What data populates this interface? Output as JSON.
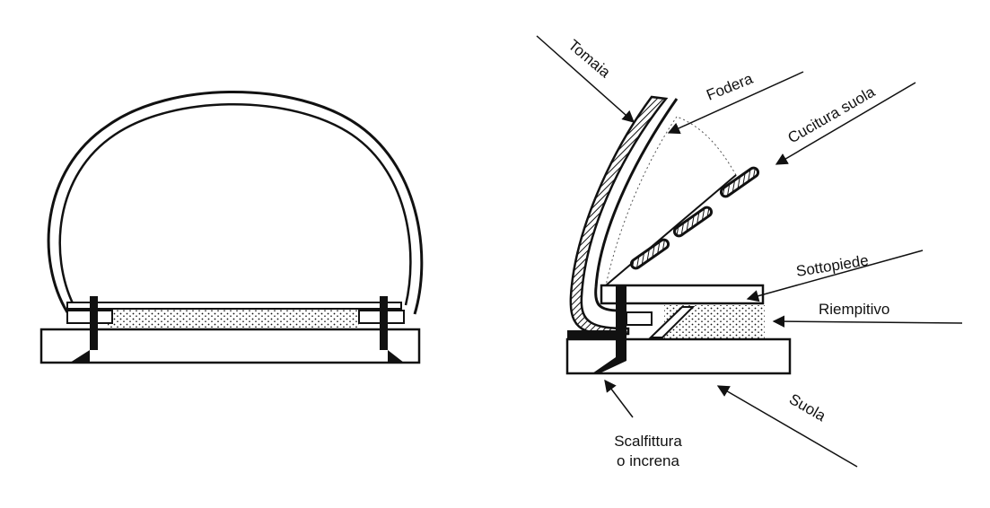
{
  "labels": {
    "tomaia": "Tomaia",
    "fodera": "Fodera",
    "cucitura": "Cucitura suola",
    "sottopiede": "Sottopiede",
    "riempitivo": "Riempitivo",
    "suola": "Suola",
    "scalfittura_1": "Scalfittura",
    "scalfittura_2": "o increna"
  },
  "colors": {
    "ink": "#111111",
    "paper": "#ffffff"
  }
}
